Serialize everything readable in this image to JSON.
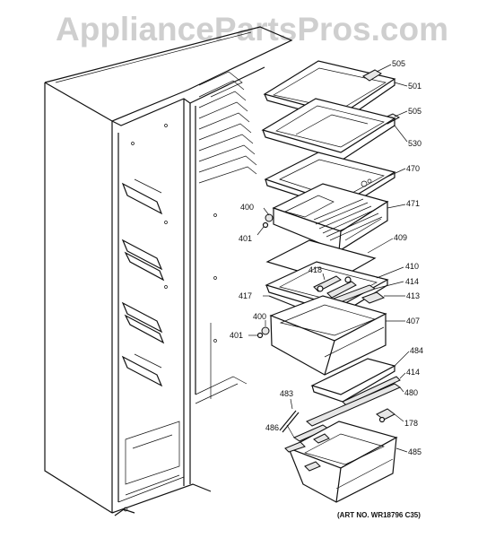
{
  "watermark": "AppliancePartsPros.com",
  "art_number": "(ART NO. WR18796 C35)",
  "callouts": {
    "c505a": "505",
    "c501": "501",
    "c505b": "505",
    "c530": "530",
    "c470": "470",
    "c400a": "400",
    "c471": "471",
    "c401a": "401",
    "c409": "409",
    "c418": "418",
    "c410": "410",
    "c414a": "414",
    "c417": "417",
    "c413": "413",
    "c400b": "400",
    "c407": "407",
    "c401b": "401",
    "c484": "484",
    "c414b": "414",
    "c483": "483",
    "c480": "480",
    "c486": "486",
    "c178": "178",
    "c485": "485"
  }
}
